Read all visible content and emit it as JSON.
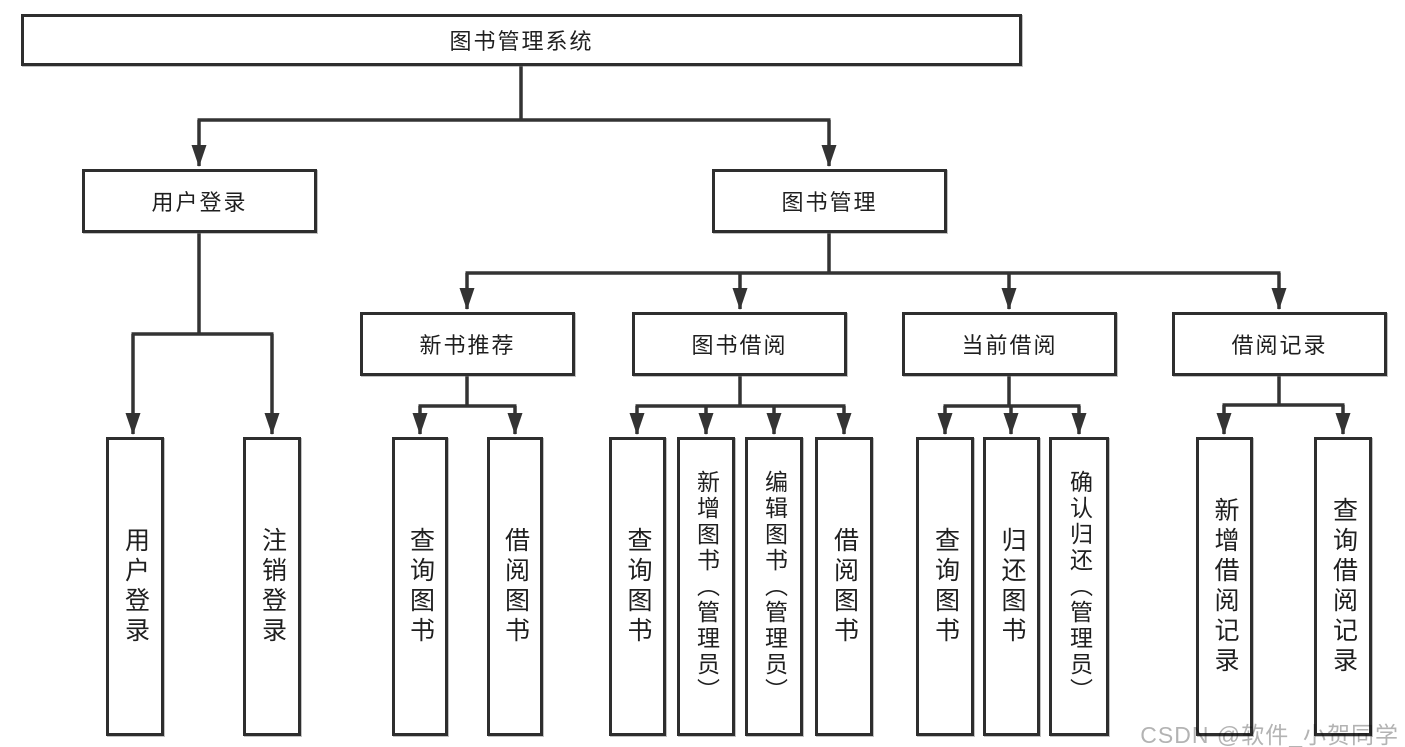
{
  "diagram": {
    "root": {
      "label": "图书管理系统"
    },
    "level2": {
      "user_login": {
        "label": "用户登录"
      },
      "book_mgmt": {
        "label": "图书管理"
      }
    },
    "level3": {
      "new_book_rec": {
        "label": "新书推荐"
      },
      "book_borrow": {
        "label": "图书借阅"
      },
      "current_borrow": {
        "label": "当前借阅"
      },
      "borrow_record": {
        "label": "借阅记录"
      }
    },
    "leaves": {
      "user_login_leaf": {
        "label": "用户登录"
      },
      "logout_leaf": {
        "label": "注销登录"
      },
      "nb_query_books": {
        "label": "查询图书"
      },
      "nb_borrow_books": {
        "label": "借阅图书"
      },
      "bb_query_books": {
        "label": "查询图书"
      },
      "bb_add_books": {
        "label": "新增图书（管理员）"
      },
      "bb_edit_books": {
        "label": "编辑图书（管理员）"
      },
      "bb_borrow_books": {
        "label": "借阅图书"
      },
      "cb_query_books": {
        "label": "查询图书"
      },
      "cb_return_books": {
        "label": "归还图书"
      },
      "cb_confirm_return": {
        "label": "确认归还（管理员）"
      },
      "br_add_record": {
        "label": "新增借阅记录"
      },
      "br_query_record": {
        "label": "查询借阅记录"
      }
    }
  },
  "watermark": {
    "text": "CSDN @软件_小贺同学"
  },
  "colors": {
    "line": "#333333",
    "box_border": "#2e2e2e",
    "text": "#1f1f1f",
    "watermark": "#b3b3b3",
    "background": "#ffffff"
  }
}
